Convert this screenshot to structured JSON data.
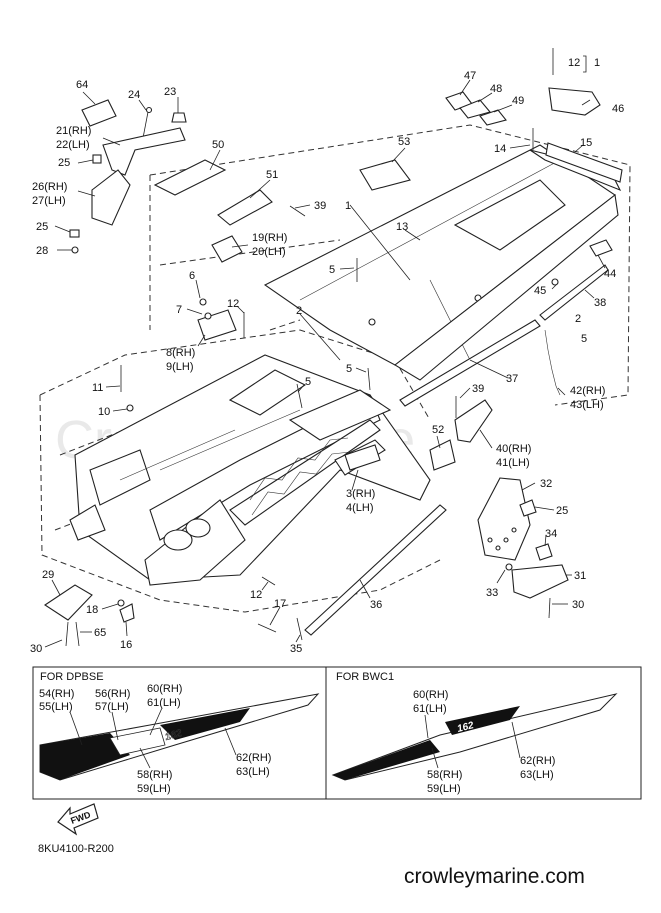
{
  "watermark": "CrowleyMarine",
  "callouts": [
    {
      "id": "c64",
      "text": "64"
    },
    {
      "id": "c24",
      "text": "24"
    },
    {
      "id": "c23",
      "text": "23"
    },
    {
      "id": "c21",
      "text": "21(RH)"
    },
    {
      "id": "c22",
      "text": "22(LH)"
    },
    {
      "id": "c25a",
      "text": "25"
    },
    {
      "id": "c26",
      "text": "26(RH)"
    },
    {
      "id": "c27",
      "text": "27(LH)"
    },
    {
      "id": "c25b",
      "text": "25"
    },
    {
      "id": "c28",
      "text": "28"
    },
    {
      "id": "c50",
      "text": "50"
    },
    {
      "id": "c51",
      "text": "51"
    },
    {
      "id": "c53",
      "text": "53"
    },
    {
      "id": "c39a",
      "text": "39"
    },
    {
      "id": "c1",
      "text": "1"
    },
    {
      "id": "c13",
      "text": "13"
    },
    {
      "id": "c19",
      "text": "19(RH)"
    },
    {
      "id": "c20",
      "text": "20(LH)"
    },
    {
      "id": "c6",
      "text": "6"
    },
    {
      "id": "c7",
      "text": "7"
    },
    {
      "id": "c12a",
      "text": "12"
    },
    {
      "id": "c8",
      "text": "8(RH)"
    },
    {
      "id": "c9",
      "text": "9(LH)"
    },
    {
      "id": "c5a",
      "text": "5"
    },
    {
      "id": "c2a",
      "text": "2"
    },
    {
      "id": "c11",
      "text": "11"
    },
    {
      "id": "c10",
      "text": "10"
    },
    {
      "id": "c5b",
      "text": "5"
    },
    {
      "id": "c5c",
      "text": "5"
    },
    {
      "id": "c47",
      "text": "47"
    },
    {
      "id": "c48",
      "text": "48"
    },
    {
      "id": "c49",
      "text": "49"
    },
    {
      "id": "c12b",
      "text": "12"
    },
    {
      "id": "c1b",
      "text": "1"
    },
    {
      "id": "c46",
      "text": "46"
    },
    {
      "id": "c14",
      "text": "14"
    },
    {
      "id": "c15",
      "text": "15"
    },
    {
      "id": "c44",
      "text": "44"
    },
    {
      "id": "c45",
      "text": "45"
    },
    {
      "id": "c38",
      "text": "38"
    },
    {
      "id": "c2b",
      "text": "2"
    },
    {
      "id": "c5d",
      "text": "5"
    },
    {
      "id": "c37",
      "text": "37"
    },
    {
      "id": "c42",
      "text": "42(RH)"
    },
    {
      "id": "c43",
      "text": "43(LH)"
    },
    {
      "id": "c39b",
      "text": "39"
    },
    {
      "id": "c52",
      "text": "52"
    },
    {
      "id": "c40",
      "text": "40(RH)"
    },
    {
      "id": "c41",
      "text": "41(LH)"
    },
    {
      "id": "c3",
      "text": "3(RH)"
    },
    {
      "id": "c4",
      "text": "4(LH)"
    },
    {
      "id": "c32",
      "text": "32"
    },
    {
      "id": "c25c",
      "text": "25"
    },
    {
      "id": "c34",
      "text": "34"
    },
    {
      "id": "c33",
      "text": "33"
    },
    {
      "id": "c31",
      "text": "31"
    },
    {
      "id": "c30a",
      "text": "30"
    },
    {
      "id": "c29",
      "text": "29"
    },
    {
      "id": "c18",
      "text": "18"
    },
    {
      "id": "c12c",
      "text": "12"
    },
    {
      "id": "c17",
      "text": "17"
    },
    {
      "id": "c36",
      "text": "36"
    },
    {
      "id": "c35",
      "text": "35"
    },
    {
      "id": "c16",
      "text": "16"
    },
    {
      "id": "c65",
      "text": "65"
    },
    {
      "id": "c30b",
      "text": "30"
    }
  ],
  "inset_left": {
    "header": "FOR DPBSE",
    "labels": [
      {
        "id": "d54",
        "text": "54(RH)"
      },
      {
        "id": "d55",
        "text": "55(LH)"
      },
      {
        "id": "d56",
        "text": "56(RH)"
      },
      {
        "id": "d57",
        "text": "57(LH)"
      },
      {
        "id": "d60",
        "text": "60(RH)"
      },
      {
        "id": "d61",
        "text": "61(LH)"
      },
      {
        "id": "d62",
        "text": "62(RH)"
      },
      {
        "id": "d63",
        "text": "63(LH)"
      },
      {
        "id": "d58",
        "text": "58(RH)"
      },
      {
        "id": "d59",
        "text": "59(LH)"
      }
    ]
  },
  "inset_right": {
    "header": "FOR BWC1",
    "labels": [
      {
        "id": "b60",
        "text": "60(RH)"
      },
      {
        "id": "b61",
        "text": "61(LH)"
      },
      {
        "id": "b62",
        "text": "62(RH)"
      },
      {
        "id": "b63",
        "text": "63(LH)"
      },
      {
        "id": "b58",
        "text": "58(RH)"
      },
      {
        "id": "b59",
        "text": "59(LH)"
      }
    ]
  },
  "decal_text": "162",
  "fwd_label": "FWD",
  "drawing_code": "8KU4100-R200",
  "website": "crowleymarine.com"
}
